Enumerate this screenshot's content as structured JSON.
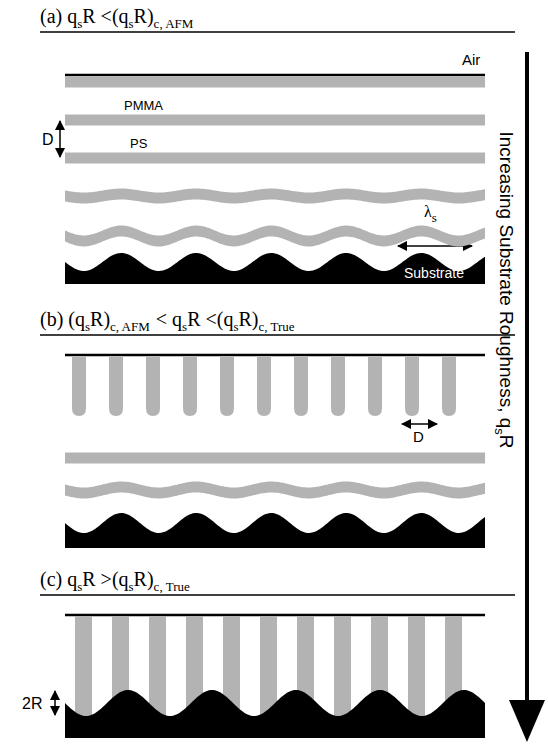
{
  "diagram": {
    "labels": [
      "(a) q",
      "s",
      "R <(q",
      "s",
      "R)",
      "c, AFM",
      "Air",
      "D",
      "PMMA",
      "PS",
      "λ",
      "s",
      "Substrate",
      "(b) (q",
      "s",
      "R)",
      "c, AFM",
      "< q",
      "s",
      "R <(q",
      "s",
      "R)",
      "c, True",
      "D",
      "(c) q",
      "s",
      "R >(q",
      "s",
      "R)",
      "c, True",
      "2R",
      "Increasing Substrate Roughness, q",
      "s",
      "R"
    ]
  }
}
